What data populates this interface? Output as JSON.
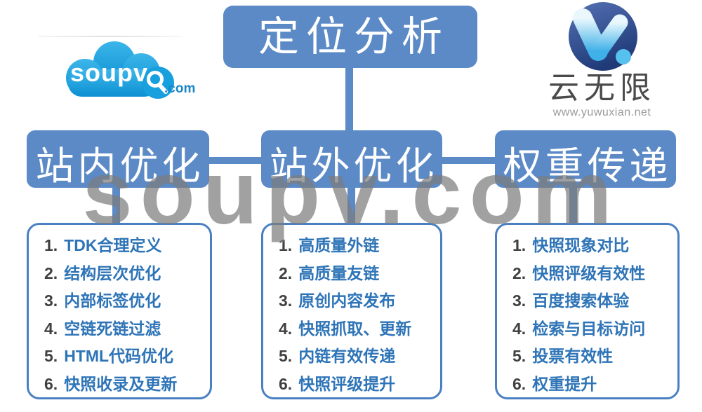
{
  "watermark": {
    "text": "soupv.com"
  },
  "logos": {
    "soupv": {
      "name": "soupv",
      "tld": ".com"
    },
    "yunwuxian": {
      "name": "云无限",
      "url": "www.yuwuxian.net"
    }
  },
  "root": {
    "label": "定位分析"
  },
  "branches": [
    {
      "label": "站内优化",
      "items": [
        {
          "num": "1.",
          "text": "TDK合理定义"
        },
        {
          "num": "2.",
          "text": "结构层次优化"
        },
        {
          "num": "3.",
          "text": "内部标签优化"
        },
        {
          "num": "4.",
          "text": "空链死链过滤"
        },
        {
          "num": "5.",
          "text": "HTML代码优化"
        },
        {
          "num": "6.",
          "text": "快照收录及更新"
        }
      ]
    },
    {
      "label": "站外优化",
      "items": [
        {
          "num": "1.",
          "text": "高质量外链"
        },
        {
          "num": "2.",
          "text": "高质量友链"
        },
        {
          "num": "3.",
          "text": "原创内容发布"
        },
        {
          "num": "4.",
          "text": "快照抓取、更新"
        },
        {
          "num": "5.",
          "text": "内链有效传递"
        },
        {
          "num": "6.",
          "text": "快照评级提升"
        }
      ]
    },
    {
      "label": "权重传递",
      "items": [
        {
          "num": "1.",
          "text": "快照现象对比"
        },
        {
          "num": "2.",
          "text": "快照评级有效性"
        },
        {
          "num": "3.",
          "text": "百度搜索体验"
        },
        {
          "num": "4.",
          "text": "检索与目标访问"
        },
        {
          "num": "5.",
          "text": "投票有效性"
        },
        {
          "num": "6.",
          "text": "权重提升"
        }
      ]
    }
  ],
  "colors": {
    "node_blue": "#5b8ac6",
    "list_border": "#4a80c2",
    "list_text_blue": "#2e74b7",
    "number_gray": "#404040",
    "watermark_gray": "#7d7d7d",
    "soupv_cloud_blue": "#1b9ad8",
    "yunwuxian_circle_blue": "#2c4787"
  }
}
